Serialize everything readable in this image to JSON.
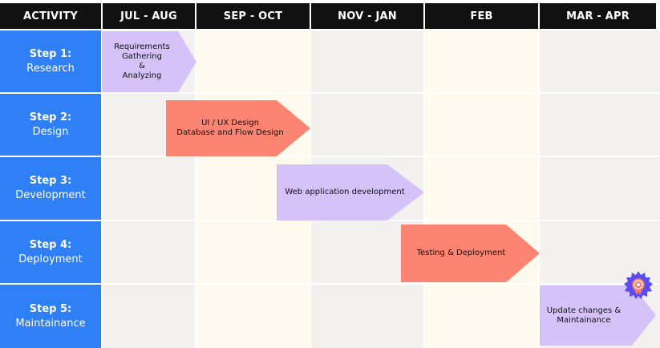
{
  "header": {
    "activity": "ACTIVITY",
    "periods": [
      "JUL - AUG",
      "SEP - OCT",
      "NOV - JAN",
      "FEB",
      "MAR - APR"
    ]
  },
  "steps": [
    {
      "number": "Step 1:",
      "name": "Research"
    },
    {
      "number": "Step 2:",
      "name": "Design"
    },
    {
      "number": "Step 3:",
      "name": "Development"
    },
    {
      "number": "Step 4:",
      "name": "Deployment"
    },
    {
      "number": "Step 5:",
      "name": "Maintainance"
    }
  ],
  "tasks": [
    {
      "label": "Requirements\nGathering\n&\nAnalyzing",
      "color": "#d4c2f9"
    },
    {
      "label": "UI / UX Design\nDatabase and Flow Design",
      "color": "#fc8473"
    },
    {
      "label": "Web application development",
      "color": "#d4c2f9"
    },
    {
      "label": "Testing & Deployment",
      "color": "#fc8473"
    },
    {
      "label": "Update changes &\nMaintainance",
      "color": "#d4c2f9"
    }
  ],
  "colors": {
    "header_bg": "#111111",
    "step_bg": "#2f7ff7",
    "column_gray": "#f2f1ef",
    "column_cream": "#fefbee",
    "badge": "#5a4cf0",
    "badge_center": "#f47a6c"
  },
  "icons": {
    "badge": "award-badge-icon"
  }
}
